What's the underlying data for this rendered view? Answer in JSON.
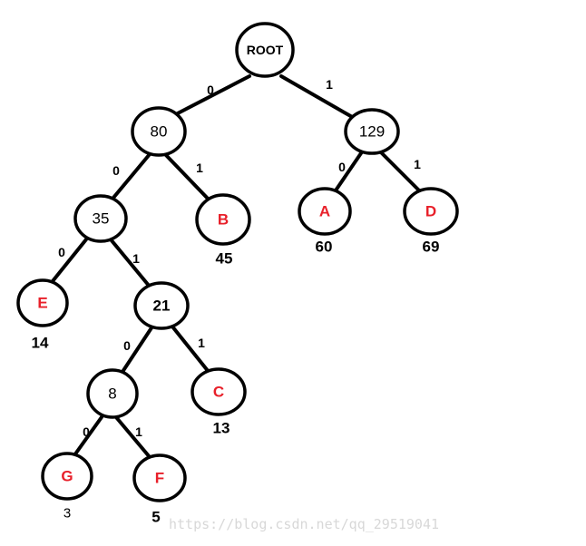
{
  "colors": {
    "internal_text": "#000000",
    "leaf_text": "#e8202a"
  },
  "nodes": {
    "root": {
      "label": "ROOT"
    },
    "n80": {
      "label": "80"
    },
    "n129": {
      "label": "129"
    },
    "n35": {
      "label": "35"
    },
    "nB": {
      "label": "B",
      "weight": "45"
    },
    "nA": {
      "label": "A",
      "weight": "60"
    },
    "nD": {
      "label": "D",
      "weight": "69"
    },
    "nE": {
      "label": "E",
      "weight": "14"
    },
    "n21": {
      "label": "21"
    },
    "n8": {
      "label": "8"
    },
    "nC": {
      "label": "C",
      "weight": "13"
    },
    "nG": {
      "label": "G",
      "weight": "3"
    },
    "nF": {
      "label": "F",
      "weight": "5"
    }
  },
  "edges": {
    "root_80": "0",
    "root_129": "1",
    "n80_35": "0",
    "n80_B": "1",
    "n129_A": "0",
    "n129_D": "1",
    "n35_E": "0",
    "n35_21": "1",
    "n21_8": "0",
    "n21_C": "1",
    "n8_G": "0",
    "n8_F": "1"
  },
  "watermark": "https://blog.csdn.net/qq_29519041"
}
